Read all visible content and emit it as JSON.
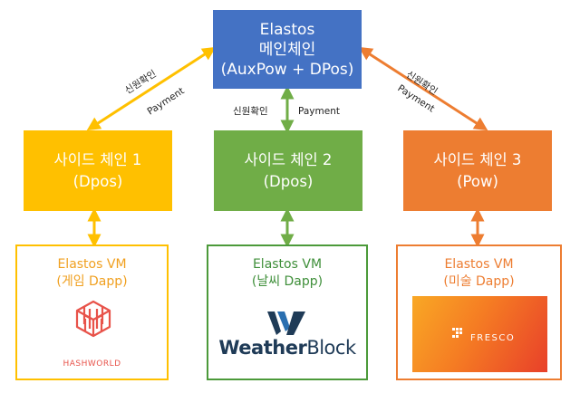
{
  "main_chain": {
    "line1": "Elastos",
    "line2": "메인체인",
    "line3": "(AuxPow + DPos)"
  },
  "side_chains": [
    {
      "title": "사이드 체인 1",
      "consensus": "(Dpos)"
    },
    {
      "title": "사이드 체인 2",
      "consensus": "(Dpos)"
    },
    {
      "title": "사이드 체인 3",
      "consensus": "(Pow)"
    }
  ],
  "vms": [
    {
      "title": "Elastos VM",
      "subtitle": "(게임 Dapp)",
      "brand": "HASHWORLD",
      "brand_icon": "hashworld-cube-icon"
    },
    {
      "title": "Elastos VM",
      "subtitle": "(날씨 Dapp)",
      "brand_bold": "Weather",
      "brand_light": "Block",
      "brand_icon": "weatherblock-w-icon"
    },
    {
      "title": "Elastos VM",
      "subtitle": "(미술 Dapp)",
      "brand": "FRESCO",
      "brand_icon": "fresco-dots-icon"
    }
  ],
  "edge_labels": {
    "left_top": "신원확인",
    "left_bottom": "Payment",
    "center_left": "신원확인",
    "center_right": "Payment",
    "right_top": "신원확인",
    "right_bottom": "Payment"
  },
  "colors": {
    "main": "#4472c4",
    "side_1": "#ffc000",
    "side_2": "#70ad47",
    "side_3": "#ed7d31"
  }
}
